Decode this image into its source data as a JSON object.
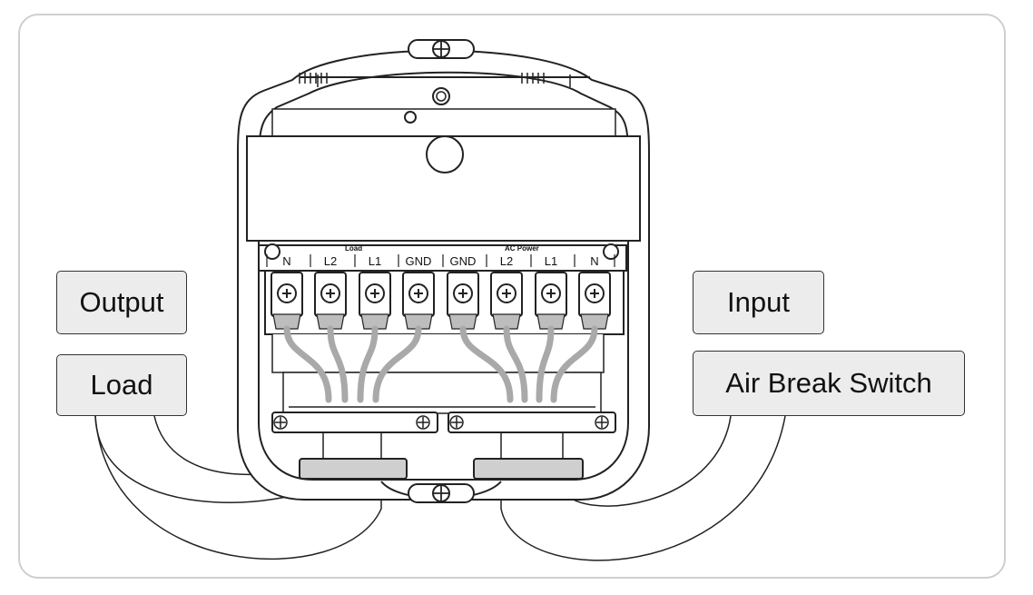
{
  "labels": {
    "output": "Output",
    "load": "Load",
    "input": "Input",
    "air_break_switch": "Air Break Switch"
  },
  "groups": {
    "load": "Load",
    "ac_power": "AC Power"
  },
  "terminals": [
    "N",
    "L2",
    "L1",
    "GND",
    "GND",
    "L2",
    "L1",
    "N"
  ],
  "colors": {
    "wire": "#a9a9a9",
    "line": "#222222",
    "label_bg": "#ececec",
    "frame": "#cfcfcf"
  }
}
